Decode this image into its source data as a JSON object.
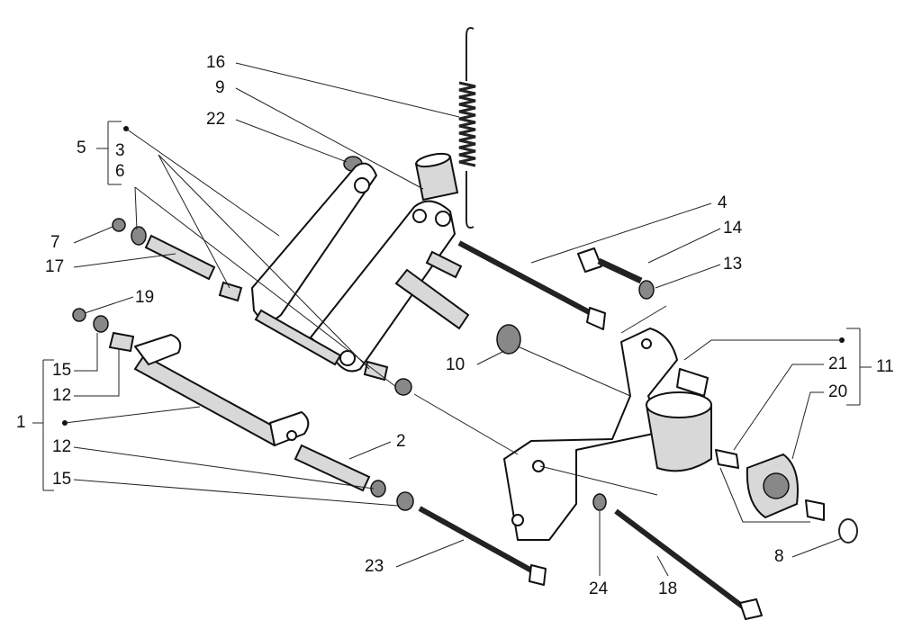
{
  "diagram": {
    "title": "Exploded parts diagram - swing arm / engine suspension link",
    "labels": [
      "16",
      "9",
      "22",
      "5",
      "3",
      "6",
      "7",
      "17",
      "19",
      "15",
      "12",
      "1",
      "12",
      "15",
      "2",
      "23",
      "24",
      "18",
      "8",
      "4",
      "14",
      "13",
      "10",
      "11",
      "21",
      "20"
    ]
  }
}
